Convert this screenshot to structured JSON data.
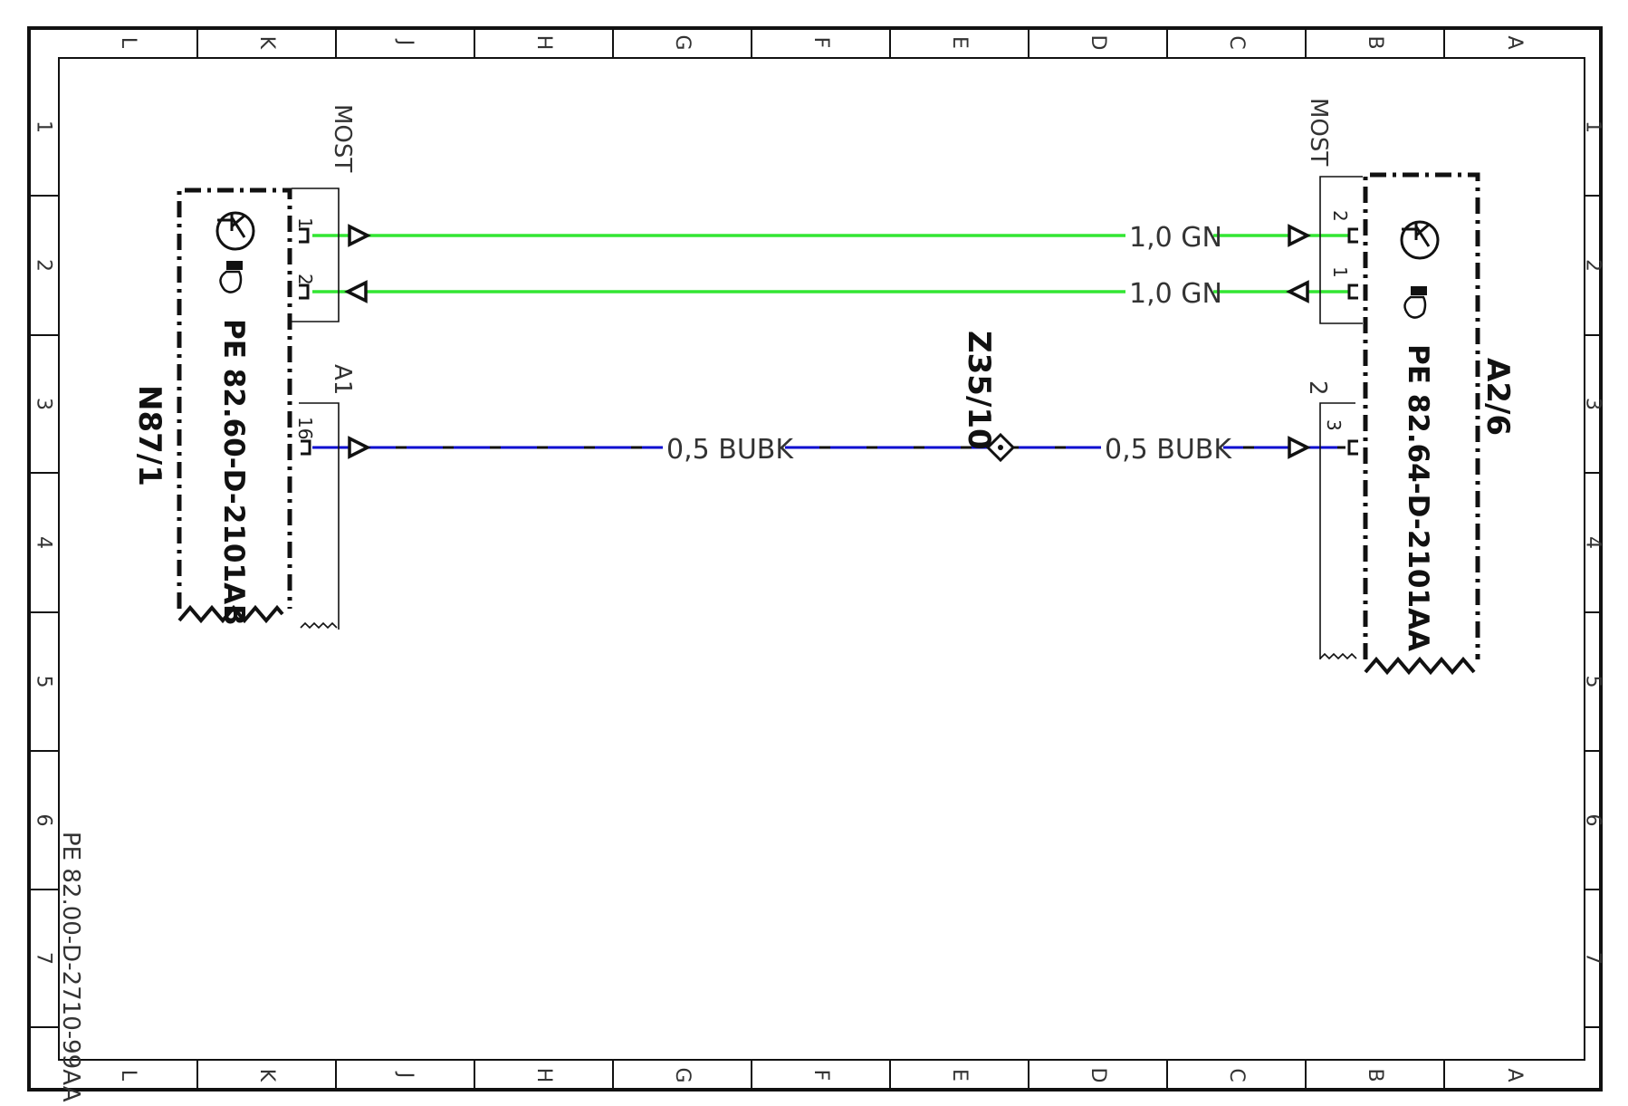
{
  "frame": {
    "columns": [
      "L",
      "K",
      "J",
      "H",
      "G",
      "F",
      "E",
      "D",
      "C",
      "B",
      "A"
    ],
    "rows": [
      "1",
      "2",
      "3",
      "4",
      "5",
      "6",
      "7"
    ],
    "document_id": "PE 82.00-D-2710-99AA"
  },
  "components": {
    "left": {
      "designation": "N87/1",
      "document_ref": "PE 82.60-D-2101AB",
      "connectors": [
        {
          "name": "MOST",
          "pins": [
            "1",
            "2"
          ]
        },
        {
          "name": "A1",
          "pins": [
            "16"
          ]
        }
      ]
    },
    "right": {
      "designation": "A2/6",
      "document_ref": "PE 82.64-D-2101AA",
      "connectors": [
        {
          "name": "MOST",
          "pins": [
            "2",
            "1"
          ]
        },
        {
          "name": "2",
          "pins": [
            "3"
          ]
        }
      ]
    }
  },
  "splice": {
    "designation": "Z35/10"
  },
  "wires": [
    {
      "label": "1,0 GN",
      "color": "#33e633"
    },
    {
      "label": "1,0 GN",
      "color": "#33e633"
    },
    {
      "label_left": "0,5 BUBK",
      "label_right": "0,5 BUBK",
      "color": "#0b0bd0",
      "stripe": "#111111"
    }
  ]
}
